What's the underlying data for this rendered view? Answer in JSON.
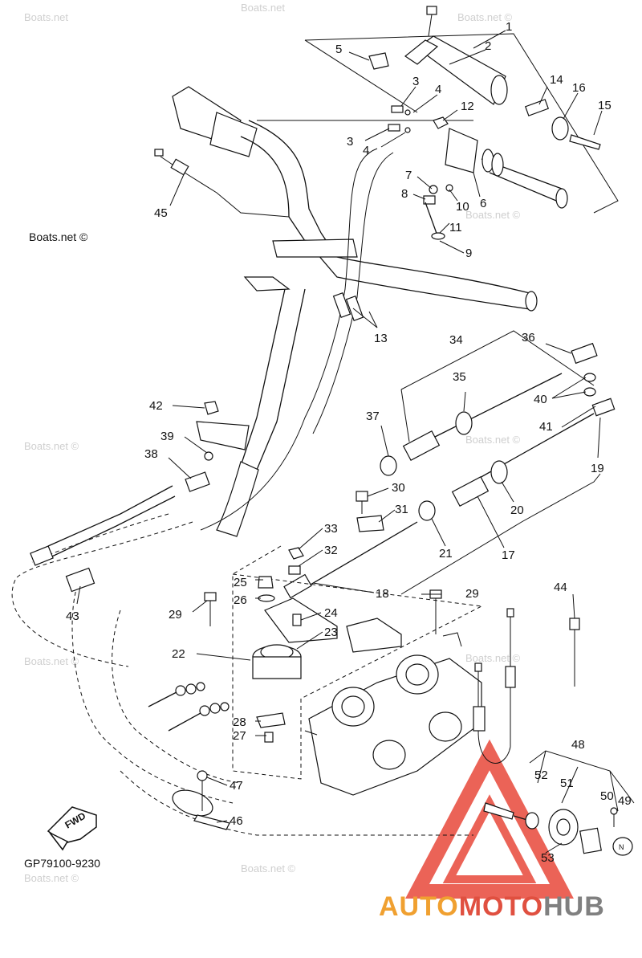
{
  "diagram": {
    "code": "GP79100-9230",
    "fwd_label": "FWD",
    "watermarks": [
      "Boats.net",
      "Boats.net",
      "Boats.net ©",
      "Boats.net ©",
      "Boats.net ©",
      "Boats.net ©",
      "Boats.net ©",
      "Boats.net ©",
      "Boats.net ©",
      "Boats.net ©",
      "Boats.net ©"
    ],
    "brand": {
      "part1": "AUTO",
      "part2": "MOTO",
      "part3": "HUB"
    },
    "callouts": [
      "1",
      "2",
      "3",
      "4",
      "5",
      "12",
      "14",
      "16",
      "15",
      "3",
      "4",
      "7",
      "8",
      "10",
      "6",
      "11",
      "9",
      "45",
      "13",
      "34",
      "36",
      "35",
      "40",
      "42",
      "37",
      "41",
      "39",
      "19",
      "38",
      "30",
      "20",
      "31",
      "33",
      "21",
      "17",
      "32",
      "18",
      "25",
      "29",
      "29",
      "26",
      "43",
      "24",
      "44",
      "23",
      "22",
      "28",
      "27",
      "48",
      "52",
      "51",
      "50",
      "49",
      "47",
      "46",
      "53"
    ],
    "colors": {
      "brand_orange": "#f0a030",
      "brand_red": "#e05040",
      "brand_gray": "#808080",
      "triangle_red": "#e8483a"
    }
  }
}
